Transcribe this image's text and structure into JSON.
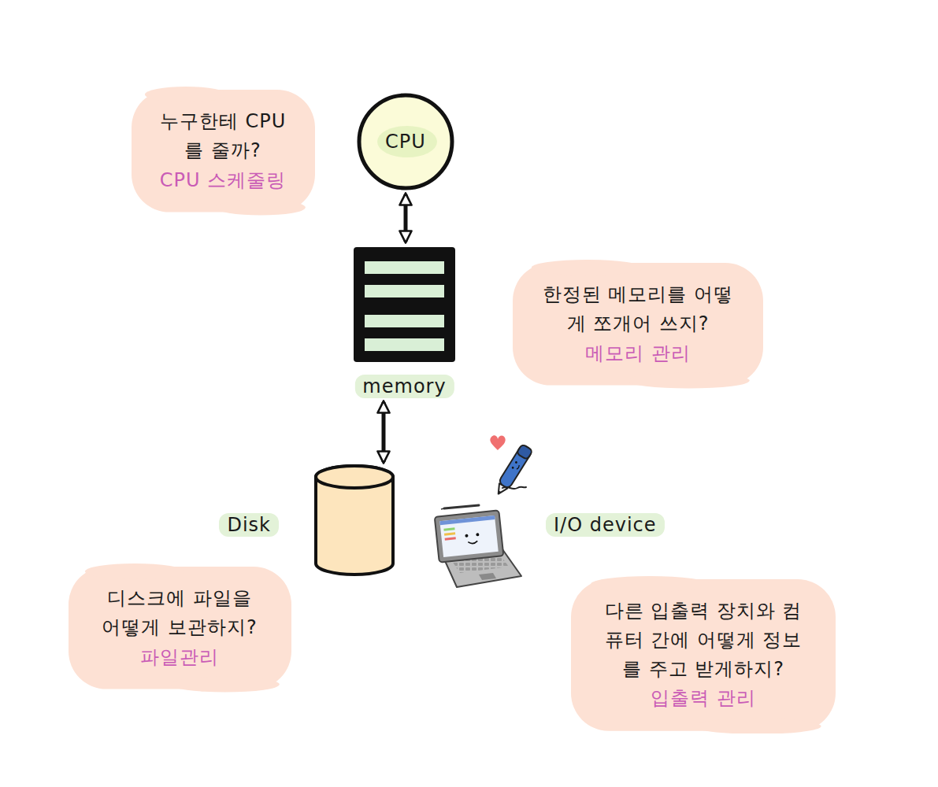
{
  "diagram": {
    "nodes": [
      {
        "text": [
          "누구한테 CPU를 줄까?",
          "CPU 스케줄링"
        ]
      },
      {
        "text": [
          "CPU"
        ]
      },
      {
        "text": [
          "한정된 메모리를 어떻게 쪼개어 쓰지?",
          "메모리 관리"
        ]
      },
      {
        "text": [
          "memory"
        ]
      },
      {
        "text": [
          "Disk"
        ]
      },
      {
        "text": [
          "I/O device"
        ]
      },
      {
        "text": [
          "디스크에 파일을 어떻게 보관하지?",
          "파일관리"
        ]
      },
      {
        "text": [
          "다른 입출력 장치와 컴퓨터 간에 어떻게 정보를 주고 받게하지?",
          "입출력 관리"
        ]
      }
    ],
    "edges": [
      {
        "from": 1,
        "to": 3,
        "arrow": "both"
      },
      {
        "from": 3,
        "to": 4,
        "arrow": "both"
      }
    ]
  }
}
